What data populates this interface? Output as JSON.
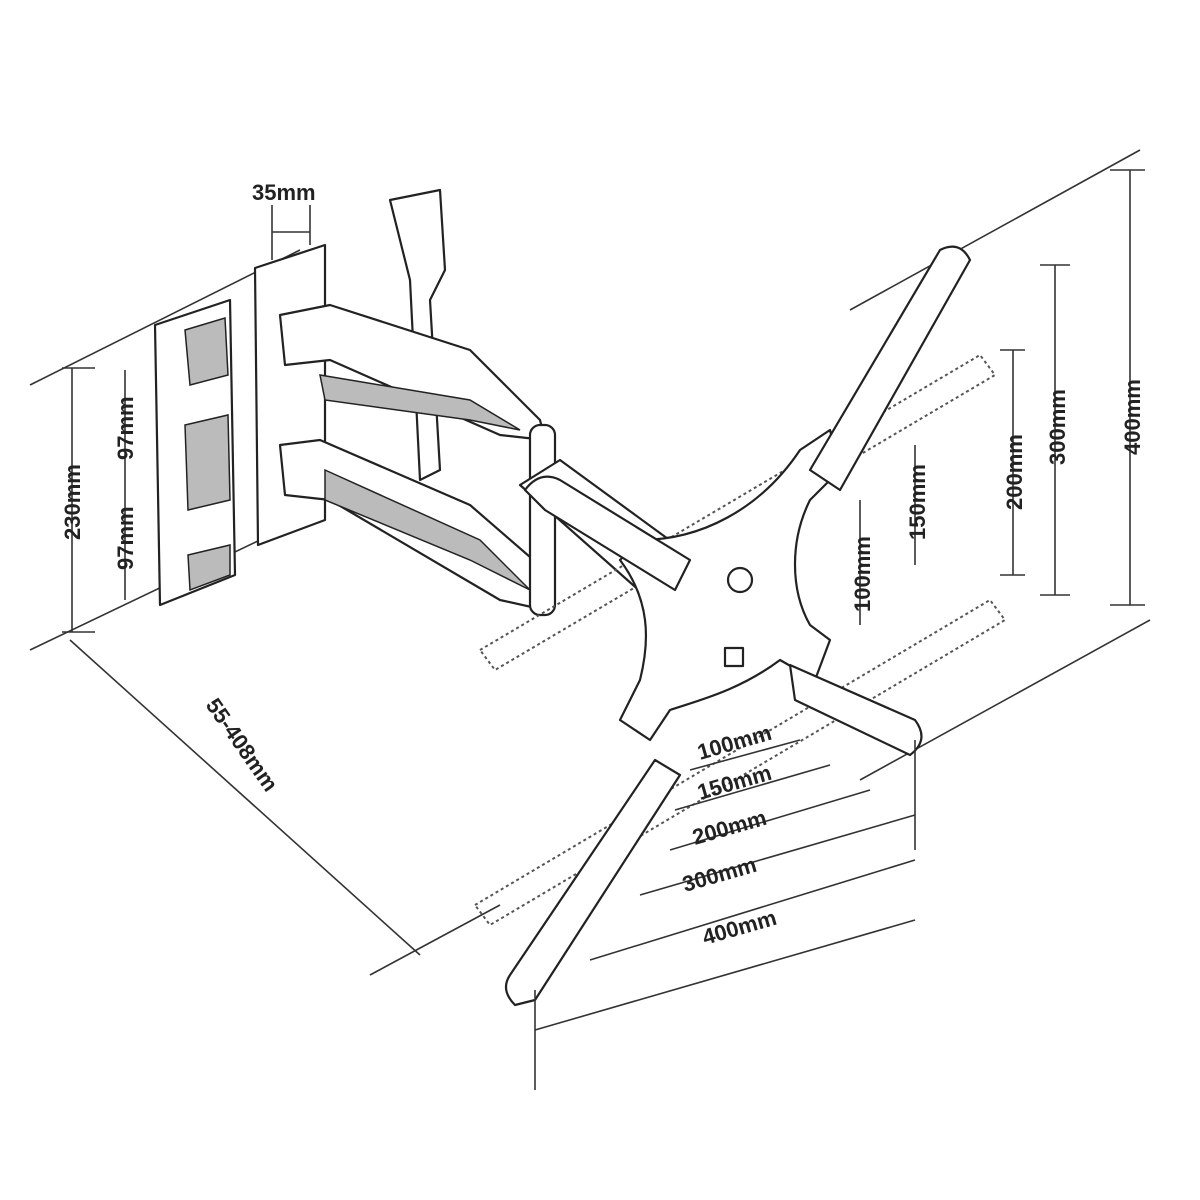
{
  "title": "Full-motion TV wall mount dimension diagram",
  "dimensions": {
    "wall_plate_depth": "35mm",
    "wall_plate_height": "230mm",
    "hole_spacing_upper": "97mm",
    "hole_spacing_lower": "97mm",
    "extension_range": "55-408mm",
    "vertical": [
      "100mm",
      "150mm",
      "200mm",
      "300mm",
      "400mm"
    ],
    "horizontal": [
      "100mm",
      "150mm",
      "200mm",
      "300mm",
      "400mm"
    ]
  }
}
